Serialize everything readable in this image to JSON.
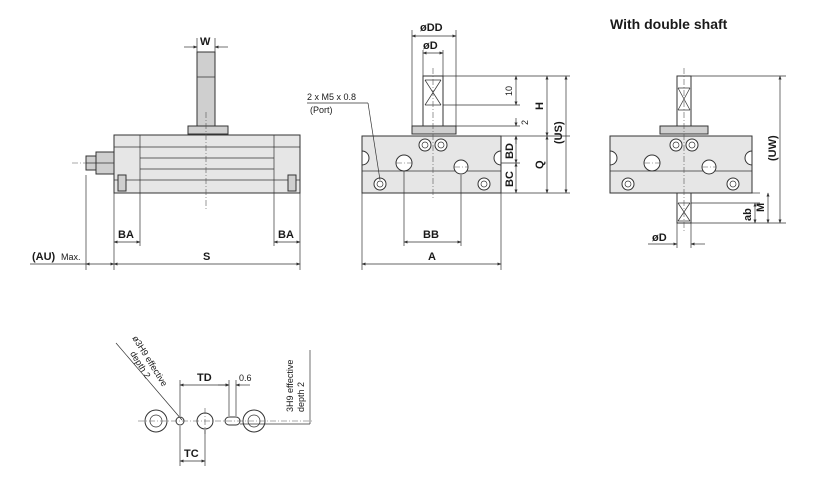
{
  "title": "With double shaft",
  "front_view": {
    "W": "W",
    "BA_left": "BA",
    "BA_right": "BA",
    "S": "S",
    "AU": "(AU)",
    "AU_suffix": "Max."
  },
  "side_view": {
    "DD": "øDD",
    "D": "øD",
    "port": "2 x M5 x 0.8",
    "port_sub": "(Port)",
    "ten": "10",
    "two": "2",
    "H": "H",
    "US": "(US)",
    "BD": "BD",
    "Q": "Q",
    "BC": "BC",
    "BB": "BB",
    "A": "A"
  },
  "double_view": {
    "UW": "(UW)",
    "ab": "ab",
    "M": "M",
    "D": "øD"
  },
  "detail": {
    "note_left_1": "ø3H9 effective",
    "note_left_2": "depth 2",
    "TD": "TD",
    "gap": "0.6",
    "note_right_1": "3H9 effective",
    "note_right_2": "depth 2",
    "TC": "TC"
  }
}
